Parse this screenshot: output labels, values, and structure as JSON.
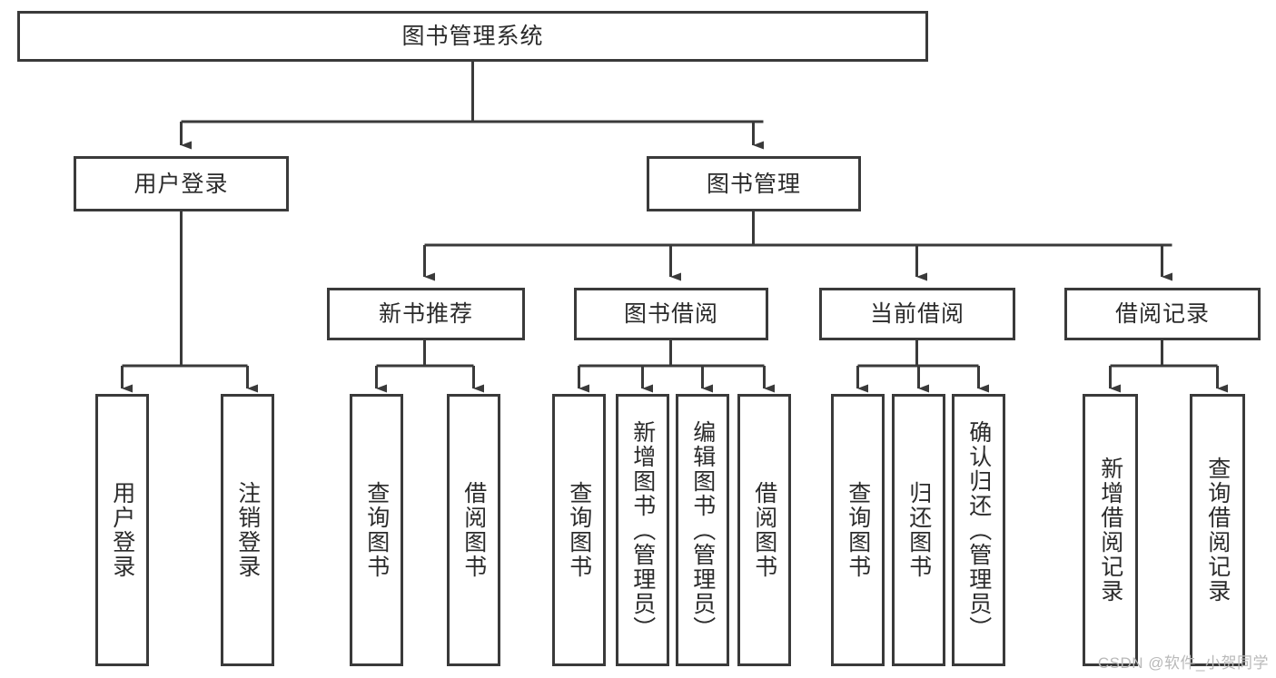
{
  "diagram": {
    "title": "图书管理系统",
    "type": "hierarchy-tree",
    "stroke_color": "#3a3a3a",
    "text_color": "#2b2b2b",
    "background_color": "#ffffff",
    "watermark": "CSDN @软件_小贺同学",
    "levels": [
      {
        "level": 1,
        "nodes": [
          {
            "id": "root",
            "label": "图书管理系统",
            "orientation": "horizontal"
          }
        ]
      },
      {
        "level": 2,
        "nodes": [
          {
            "id": "user-login",
            "label": "用户登录",
            "orientation": "horizontal",
            "parent": "root"
          },
          {
            "id": "book-manage",
            "label": "图书管理",
            "orientation": "horizontal",
            "parent": "root"
          }
        ]
      },
      {
        "level": 3,
        "nodes": [
          {
            "id": "new-book-recommend",
            "label": "新书推荐",
            "orientation": "horizontal",
            "parent": "book-manage"
          },
          {
            "id": "book-borrow",
            "label": "图书借阅",
            "orientation": "horizontal",
            "parent": "book-manage"
          },
          {
            "id": "current-borrow",
            "label": "当前借阅",
            "orientation": "horizontal",
            "parent": "book-manage"
          },
          {
            "id": "borrow-record",
            "label": "借阅记录",
            "orientation": "horizontal",
            "parent": "book-manage"
          }
        ]
      },
      {
        "level": 4,
        "nodes": [
          {
            "id": "leaf-user-login",
            "label": "用户登录",
            "orientation": "vertical",
            "parent": "user-login"
          },
          {
            "id": "leaf-logout",
            "label": "注销登录",
            "orientation": "vertical",
            "parent": "user-login"
          },
          {
            "id": "leaf-query-book-1",
            "label": "查询图书",
            "orientation": "vertical",
            "parent": "new-book-recommend"
          },
          {
            "id": "leaf-borrow-book-1",
            "label": "借阅图书",
            "orientation": "vertical",
            "parent": "new-book-recommend"
          },
          {
            "id": "leaf-query-book-2",
            "label": "查询图书",
            "orientation": "vertical",
            "parent": "book-borrow"
          },
          {
            "id": "leaf-add-book",
            "label": "新增图书（管理员）",
            "orientation": "vertical",
            "parent": "book-borrow"
          },
          {
            "id": "leaf-edit-book",
            "label": "编辑图书（管理员）",
            "orientation": "vertical",
            "parent": "book-borrow"
          },
          {
            "id": "leaf-borrow-book-2",
            "label": "借阅图书",
            "orientation": "vertical",
            "parent": "book-borrow"
          },
          {
            "id": "leaf-query-book-3",
            "label": "查询图书",
            "orientation": "vertical",
            "parent": "current-borrow"
          },
          {
            "id": "leaf-return-book",
            "label": "归还图书",
            "orientation": "vertical",
            "parent": "current-borrow"
          },
          {
            "id": "leaf-confirm-return",
            "label": "确认归还（管理员）",
            "orientation": "vertical",
            "parent": "current-borrow"
          },
          {
            "id": "leaf-add-record",
            "label": "新增借阅记录",
            "orientation": "vertical",
            "parent": "borrow-record"
          },
          {
            "id": "leaf-query-record",
            "label": "查询借阅记录",
            "orientation": "vertical",
            "parent": "borrow-record"
          }
        ]
      }
    ]
  }
}
